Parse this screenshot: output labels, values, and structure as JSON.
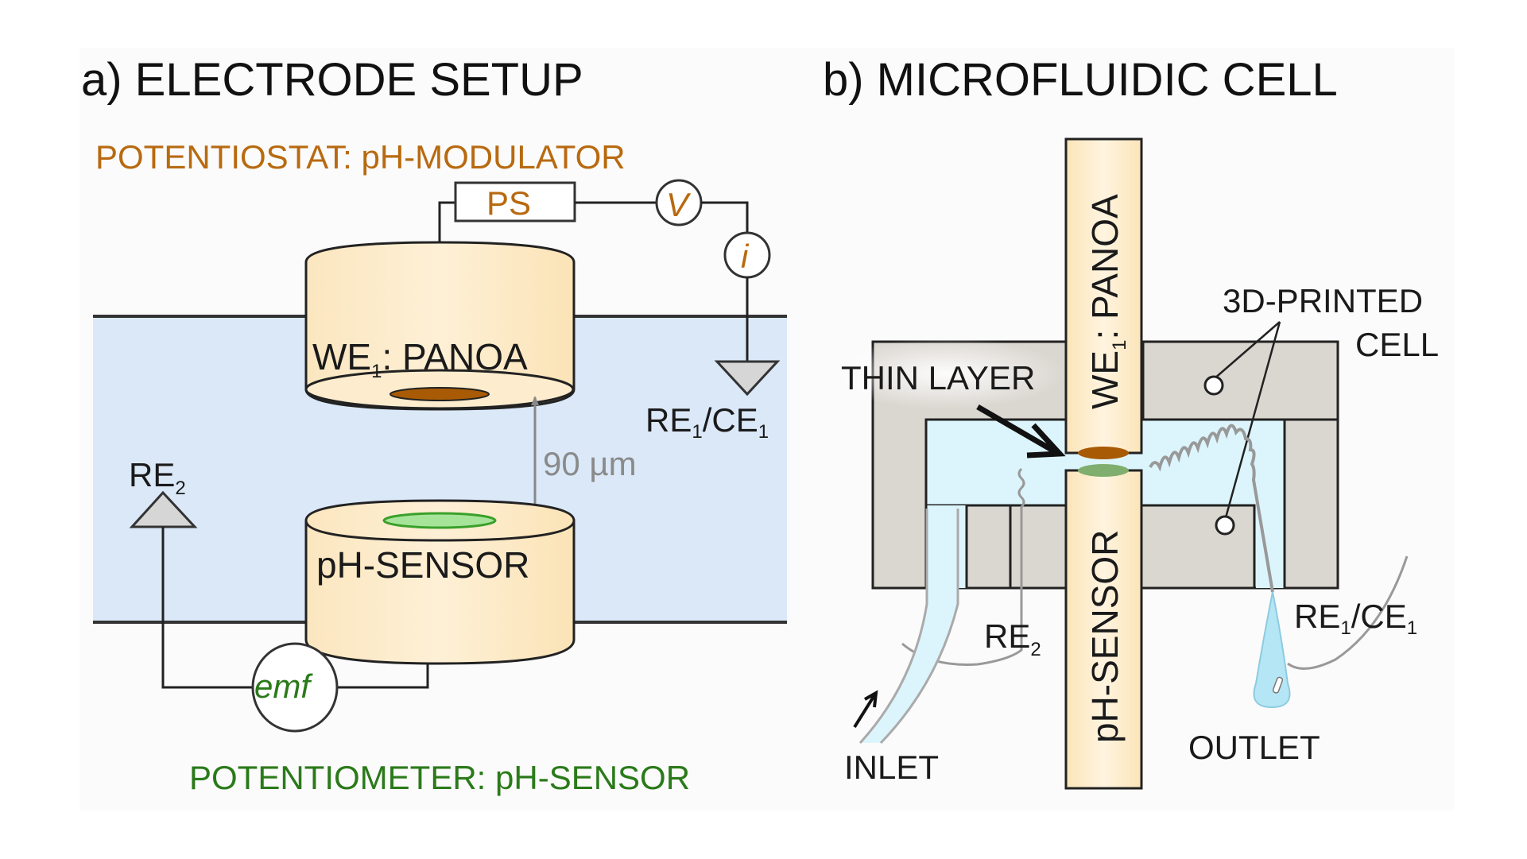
{
  "figure": {
    "panel_a": {
      "title": "a) ELECTRODE SETUP",
      "potentiostat_label": "POTENTIOSTAT: pH-MODULATOR",
      "ps_label": "PS",
      "voltmeter_label": "V",
      "ammeter_label": "i",
      "we1_label_main": "WE",
      "we1_label_sub": "1",
      "we1_label_rest": ": PANOA",
      "re1ce1_label": {
        "re": "RE",
        "re_sub": "1",
        "slash": "/CE",
        "ce_sub": "1"
      },
      "gap_label": "90 µm",
      "re2_label": {
        "main": "RE",
        "sub": "2"
      },
      "ph_sensor_label": "pH-SENSOR",
      "emf_label": "emf",
      "potentiometer_label": "POTENTIOMETER: pH-SENSOR"
    },
    "panel_b": {
      "title": "b) MICROFLUIDIC CELL",
      "we1_vertical": "WE",
      "we1_vertical_sub": "1",
      "we1_vertical_rest": ": PANOA",
      "printed_cell_label_1": "3D-PRINTED",
      "printed_cell_label_2": "CELL",
      "thin_layer_label": "THIN LAYER",
      "ph_sensor_vertical": "pH-SENSOR",
      "re2_label": {
        "main": "RE",
        "sub": "2"
      },
      "re1ce1_label": {
        "re": "RE",
        "re_sub": "1",
        "slash": "/CE",
        "ce_sub": "1"
      },
      "inlet_label": "INLET",
      "outlet_label": "OUTLET"
    },
    "colors": {
      "electrode_fill": "#fdebc8",
      "solution_fill": "#dae8f8",
      "cell_fill": "#dad6d0",
      "channel_fill": "#dcf5fc",
      "panoa_film": "#a85a05",
      "sensor_film": "#7fbf6e",
      "orange_text": "#b86a10",
      "green_text": "#2b7a1a"
    }
  }
}
